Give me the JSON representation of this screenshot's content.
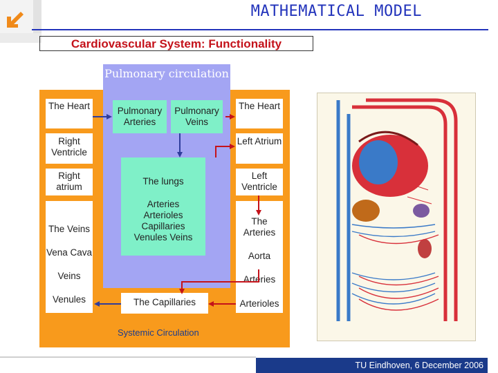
{
  "title": "MATHEMATICAL MODEL",
  "subtitle": "Cardiovascular System: Functionality",
  "pulmonary_title": "Pulmonary circulation",
  "left_column": {
    "heart": "The Heart",
    "right_ventricle": "Right Ventricle",
    "right_atrium": "Right atrium",
    "veins_box": "The Veins",
    "vena_cava": "Vena Cava",
    "veins": "Veins",
    "venules": "Venules"
  },
  "middle": {
    "pulmonary_arteries": "Pulmonary Arteries",
    "pulmonary_veins": "Pulmonary Veins",
    "lungs": "The lungs",
    "vessels": "Arteries Arterioles Capillaries Venules Veins",
    "capillaries": "The Capillaries"
  },
  "right_column": {
    "heart": "The Heart",
    "left_atrium": "Left Atrium",
    "left_ventricle": "Left Ventricle",
    "arteries_box": "The Arteries",
    "aorta": "Aorta",
    "arteries": "Arteries",
    "arterioles": "Arterioles"
  },
  "systemic_label": "Systemic Circulation",
  "footer": "TU Eindhoven, 6 December 2006",
  "colors": {
    "orange": "#f89a1c",
    "purple": "#a3a5f3",
    "green": "#7ff0c8",
    "arrow_blue": "#2f3d9c",
    "arrow_red": "#c4121a",
    "title_blue": "#2233bb"
  }
}
